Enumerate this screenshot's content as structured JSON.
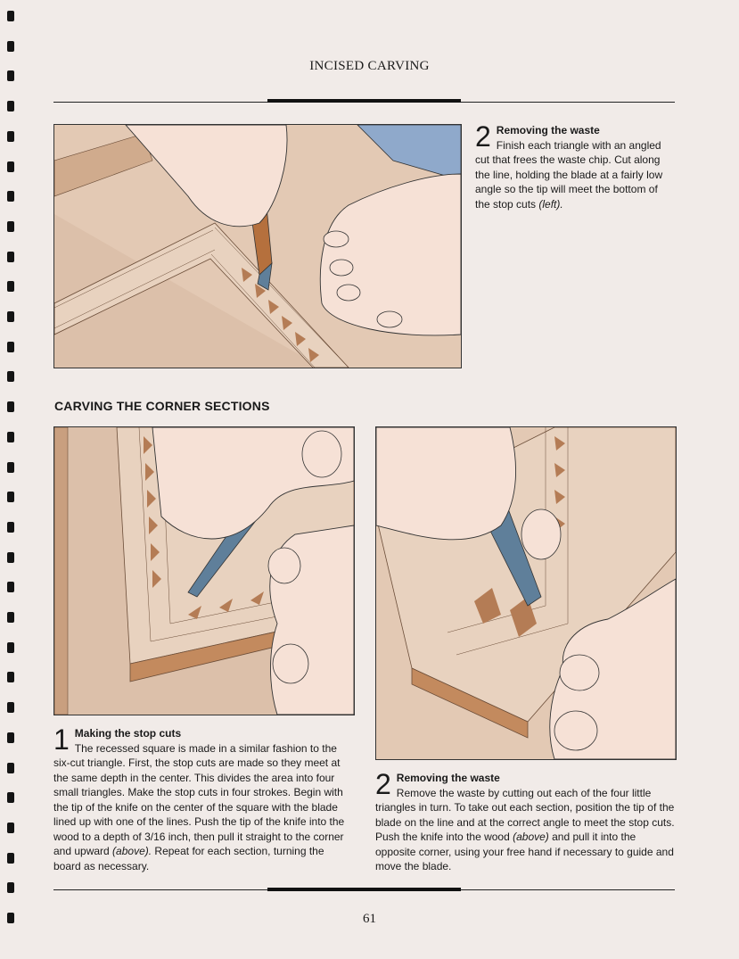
{
  "header": {
    "running_head": "INCISED CARVING"
  },
  "top_caption": {
    "step_number": "2",
    "title": "Removing the waste",
    "body_before_em": "Finish each triangle with an angled cut that frees the waste chip. Cut along the line, holding the blade at a fairly low angle so the tip will meet the bottom of the stop cuts ",
    "body_em": "(left).",
    "body_after_em": ""
  },
  "section": {
    "heading": "CARVING THE CORNER SECTIONS"
  },
  "caption_1": {
    "step_number": "1",
    "title": "Making the stop cuts",
    "body_before_em": "The recessed square is made in a similar fashion to the six-cut triangle. First, the stop cuts are made so they meet at the same depth in the center. This divides the area into four small triangles. Make the stop cuts in four strokes. Begin with the tip of the knife on the center of the square with the blade lined up with one of the lines. Push the tip of the knife into the wood to a depth of 3/16 inch, then pull it straight to the corner and upward ",
    "body_em": "(above).",
    "body_after_em": " Repeat for each section, turning the board as necessary."
  },
  "caption_2": {
    "step_number": "2",
    "title": "Removing the waste",
    "body_before_em": "Remove the waste by cutting out each of the four little triangles in turn. To take out each section, position the tip of the blade on the line and at the correct angle to meet the stop cuts. Push the knife into the wood ",
    "body_em": "(above)",
    "body_after_em": " and pull it into the opposite corner, using your free hand if necessary to guide and move the blade."
  },
  "footer": {
    "page_number": "61"
  },
  "colors": {
    "paper": "#f1ebe8",
    "wood_light": "#e8d2bf",
    "wood_mid": "#dcc0aa",
    "wood_dark": "#c99f7f",
    "skin": "#f6e1d6",
    "blade": "#5f7f9a",
    "handle": "#b5703d",
    "sleeve": "#8fa9cb"
  },
  "illustrations": [
    {
      "name": "top-illustration",
      "subject": "hands carving triangles along a border with a knife"
    },
    {
      "name": "bottom-left-illustration",
      "subject": "making the stop cuts in a corner section"
    },
    {
      "name": "bottom-right-illustration",
      "subject": "removing the waste from a corner section"
    }
  ]
}
